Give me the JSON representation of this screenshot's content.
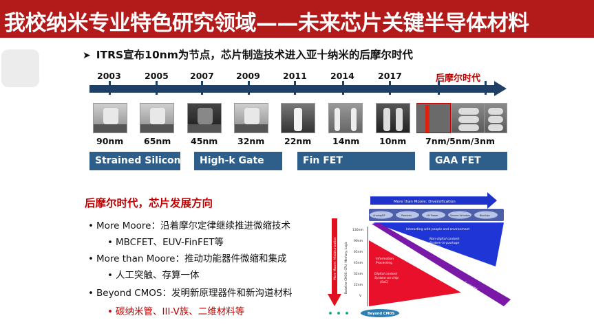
{
  "slide": {
    "title": "我校纳米专业特色研究领域——未来芯片关键半导体材料",
    "headline_arrow": "➤",
    "headline": "ITRS宣布10nm为节点，芯片制造技术进入亚十纳米的后摩尔时代"
  },
  "timeline": {
    "years": [
      "2003",
      "2005",
      "2007",
      "2009",
      "2011",
      "2014",
      "2017"
    ],
    "post_moore_label": "后摩尔时代",
    "nodes": [
      "90nm",
      "65nm",
      "45nm",
      "32nm",
      "22nm",
      "14nm",
      "10nm",
      "7nm/5nm/3nm"
    ],
    "bands": [
      "Strained Silicon",
      "High-k Gate",
      "Fin FET",
      "GAA FET"
    ]
  },
  "direction": {
    "title": "后摩尔时代，芯片发展方向",
    "bullet_mark": "•",
    "items": [
      "More Moore：沿着摩尔定律继续推进微缩技术",
      "MBCFET、EUV-FinFET等",
      "More than Moore：推动功能器件微缩和集成",
      "人工突触、存算一体",
      "Beyond CMOS：发明新原理器件和新沟道材料",
      "碳纳米管、III-V族、二维材料等"
    ]
  },
  "figure": {
    "top_arrow": "More than Moore:  Diversification",
    "pills": [
      "Analog/RF",
      "Passives",
      "HV Power",
      "Sensors Actuators",
      "Biochips"
    ],
    "interacting": "Interacting with people and environment",
    "non_digital": [
      "Non-digital content",
      "System-in-package",
      "(SiP)"
    ],
    "combining": "Combining SoC and SiP: Higher Value Systems",
    "info": [
      "Information",
      "Processing"
    ],
    "digital": [
      "Digital content",
      "System-on-chip",
      "(SoC)"
    ],
    "left_axis": "More Moore:  Miniaturization",
    "baseline": "Baseline CMOS: CPU, Memory, Logic",
    "scale": [
      "130nm",
      "90nm",
      "65nm",
      "45nm",
      "32nm",
      "22nm",
      "V"
    ],
    "beyond": "Beyond CMOS"
  },
  "colors": {
    "title_bar": "#b31b1b",
    "timeline": "#1f3f66",
    "band": "#2e5f8a",
    "accent_red": "#c00000"
  }
}
